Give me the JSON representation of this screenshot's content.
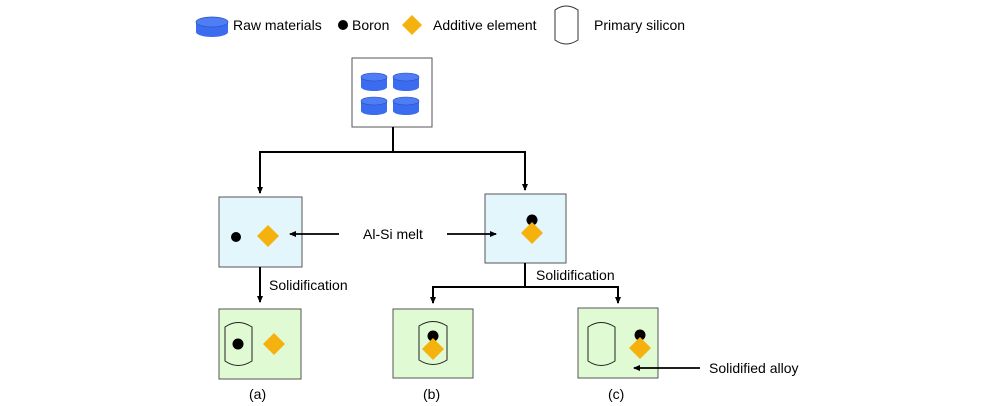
{
  "legend": {
    "raw_materials": "Raw materials",
    "boron": "Boron",
    "additive": "Additive element",
    "primary_silicon": "Primary silicon"
  },
  "labels": {
    "melt": "Al-Si melt",
    "solidification_left": "Solidification",
    "solidification_right": "Solidification",
    "solidified_alloy": "Solidified alloy",
    "case_a": "(a)",
    "case_b": "(b)",
    "case_c": "(c)"
  },
  "colors": {
    "raw_material": "#3b6cf0",
    "boron": "#000000",
    "additive": "#f5b20f",
    "melt_fill": "#e3f6fc",
    "solid_fill": "#e0fad3",
    "box_stroke": "#555555"
  }
}
